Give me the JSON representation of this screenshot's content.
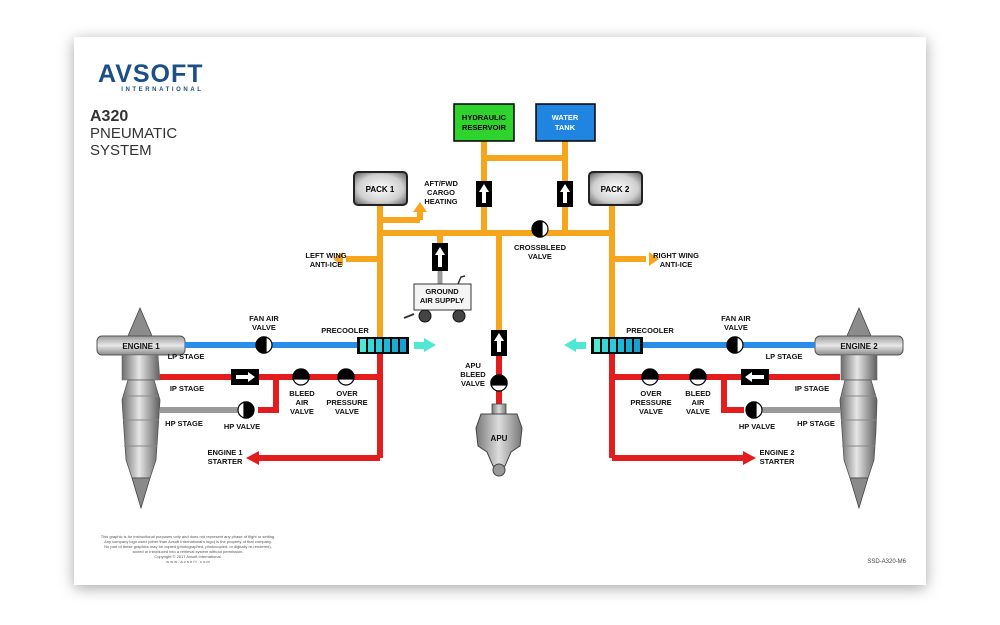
{
  "logo": {
    "name": "AVSOFT",
    "sub": "INTERNATIONAL"
  },
  "title": {
    "line1": "A320",
    "line2": "PNEUMATIC",
    "line3": "SYSTEM"
  },
  "tanks": {
    "hydraulic": [
      "HYDRAULIC",
      "RESERVOIR"
    ],
    "water": [
      "WATER",
      "TANK"
    ]
  },
  "packs": {
    "pack1": "PACK 1",
    "pack2": "PACK 2"
  },
  "labels": {
    "cargo": [
      "AFT/FWD",
      "CARGO",
      "HEATING"
    ],
    "crossbleed": [
      "CROSSBLEED",
      "VALVE"
    ],
    "left_wing": [
      "LEFT WING",
      "ANTI-ICE"
    ],
    "right_wing": [
      "RIGHT WING",
      "ANTI-ICE"
    ],
    "ground_air": [
      "GROUND",
      "AIR SUPPLY"
    ],
    "apu_bleed": [
      "APU",
      "BLEED",
      "VALVE"
    ],
    "apu": "APU",
    "left": {
      "engine": "ENGINE 1",
      "fan_air": [
        "FAN AIR",
        "VALVE"
      ],
      "precooler": "PRECOOLER",
      "lp": "LP STAGE",
      "ip": "IP STAGE",
      "hp": "HP STAGE",
      "hp_valve": "HP VALVE",
      "bleed": [
        "BLEED",
        "AIR",
        "VALVE"
      ],
      "over": [
        "OVER",
        "PRESSURE",
        "VALVE"
      ],
      "starter": [
        "ENGINE 1",
        "STARTER"
      ]
    },
    "right": {
      "engine": "ENGINE 2",
      "fan_air": [
        "FAN AIR",
        "VALVE"
      ],
      "precooler": "PRECOOLER",
      "lp": "LP STAGE",
      "ip": "IP STAGE",
      "hp": "HP STAGE",
      "hp_valve": "HP VALVE",
      "bleed": [
        "BLEED",
        "AIR",
        "VALVE"
      ],
      "over": [
        "OVER",
        "PRESSURE",
        "VALVE"
      ],
      "starter": [
        "ENGINE 2",
        "STARTER"
      ]
    }
  },
  "disclaimer": [
    "This graphic is for instructional purposes only and does not represent any phase of flight or setting.",
    "Any company logo used (other than Avsoft International's logo) is the property of that company.",
    "No part of these graphics may be copied (photographed, photocopied, or digitally re-rendered),",
    "stored or introduced into a retrieval system without permission.",
    "Copyright © 2017 Avsoft International.",
    "w w w . a v s o f t . c o m"
  ],
  "doc_id": "SSD-A320-M6",
  "colors": {
    "bleed_air": "#f7a51d",
    "hot_air": "#e31d1d",
    "fan_air": "#2a8ee8",
    "cool_outflow": "#4fe8d2",
    "hydraulic": "#2ed32e",
    "water": "#1f85e0",
    "hp_duct": "#9a9a9a"
  }
}
